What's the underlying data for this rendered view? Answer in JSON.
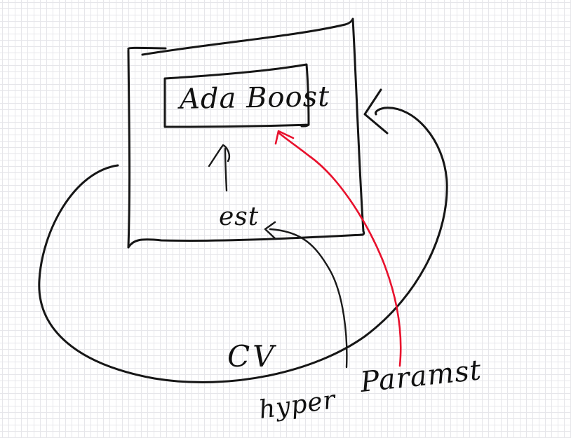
{
  "diagram": {
    "background": "grid-paper",
    "colors": {
      "ink": "#161616",
      "accent_red": "#e8112d",
      "grid": "#e6e6ea",
      "paper": "#ffffff"
    },
    "nodes": {
      "outer_box": {
        "label": ""
      },
      "inner_box": {
        "label": "Ada Boost"
      },
      "estimator": {
        "label": "est"
      },
      "cv_loop": {
        "label": "CV"
      }
    },
    "annotations": {
      "hyper": "hyper",
      "params": "Paramst"
    },
    "edges": [
      {
        "from": "estimator",
        "to": "inner_box",
        "color": "black",
        "style": "straight-arrow"
      },
      {
        "from": "hyper",
        "to": "estimator",
        "color": "black",
        "style": "curved-arrow"
      },
      {
        "from": "params",
        "to": "inner_box",
        "color": "red",
        "style": "curved-arrow"
      },
      {
        "from": "cv_loop",
        "to": "outer_box",
        "color": "black",
        "style": "loop-arrow"
      }
    ]
  }
}
